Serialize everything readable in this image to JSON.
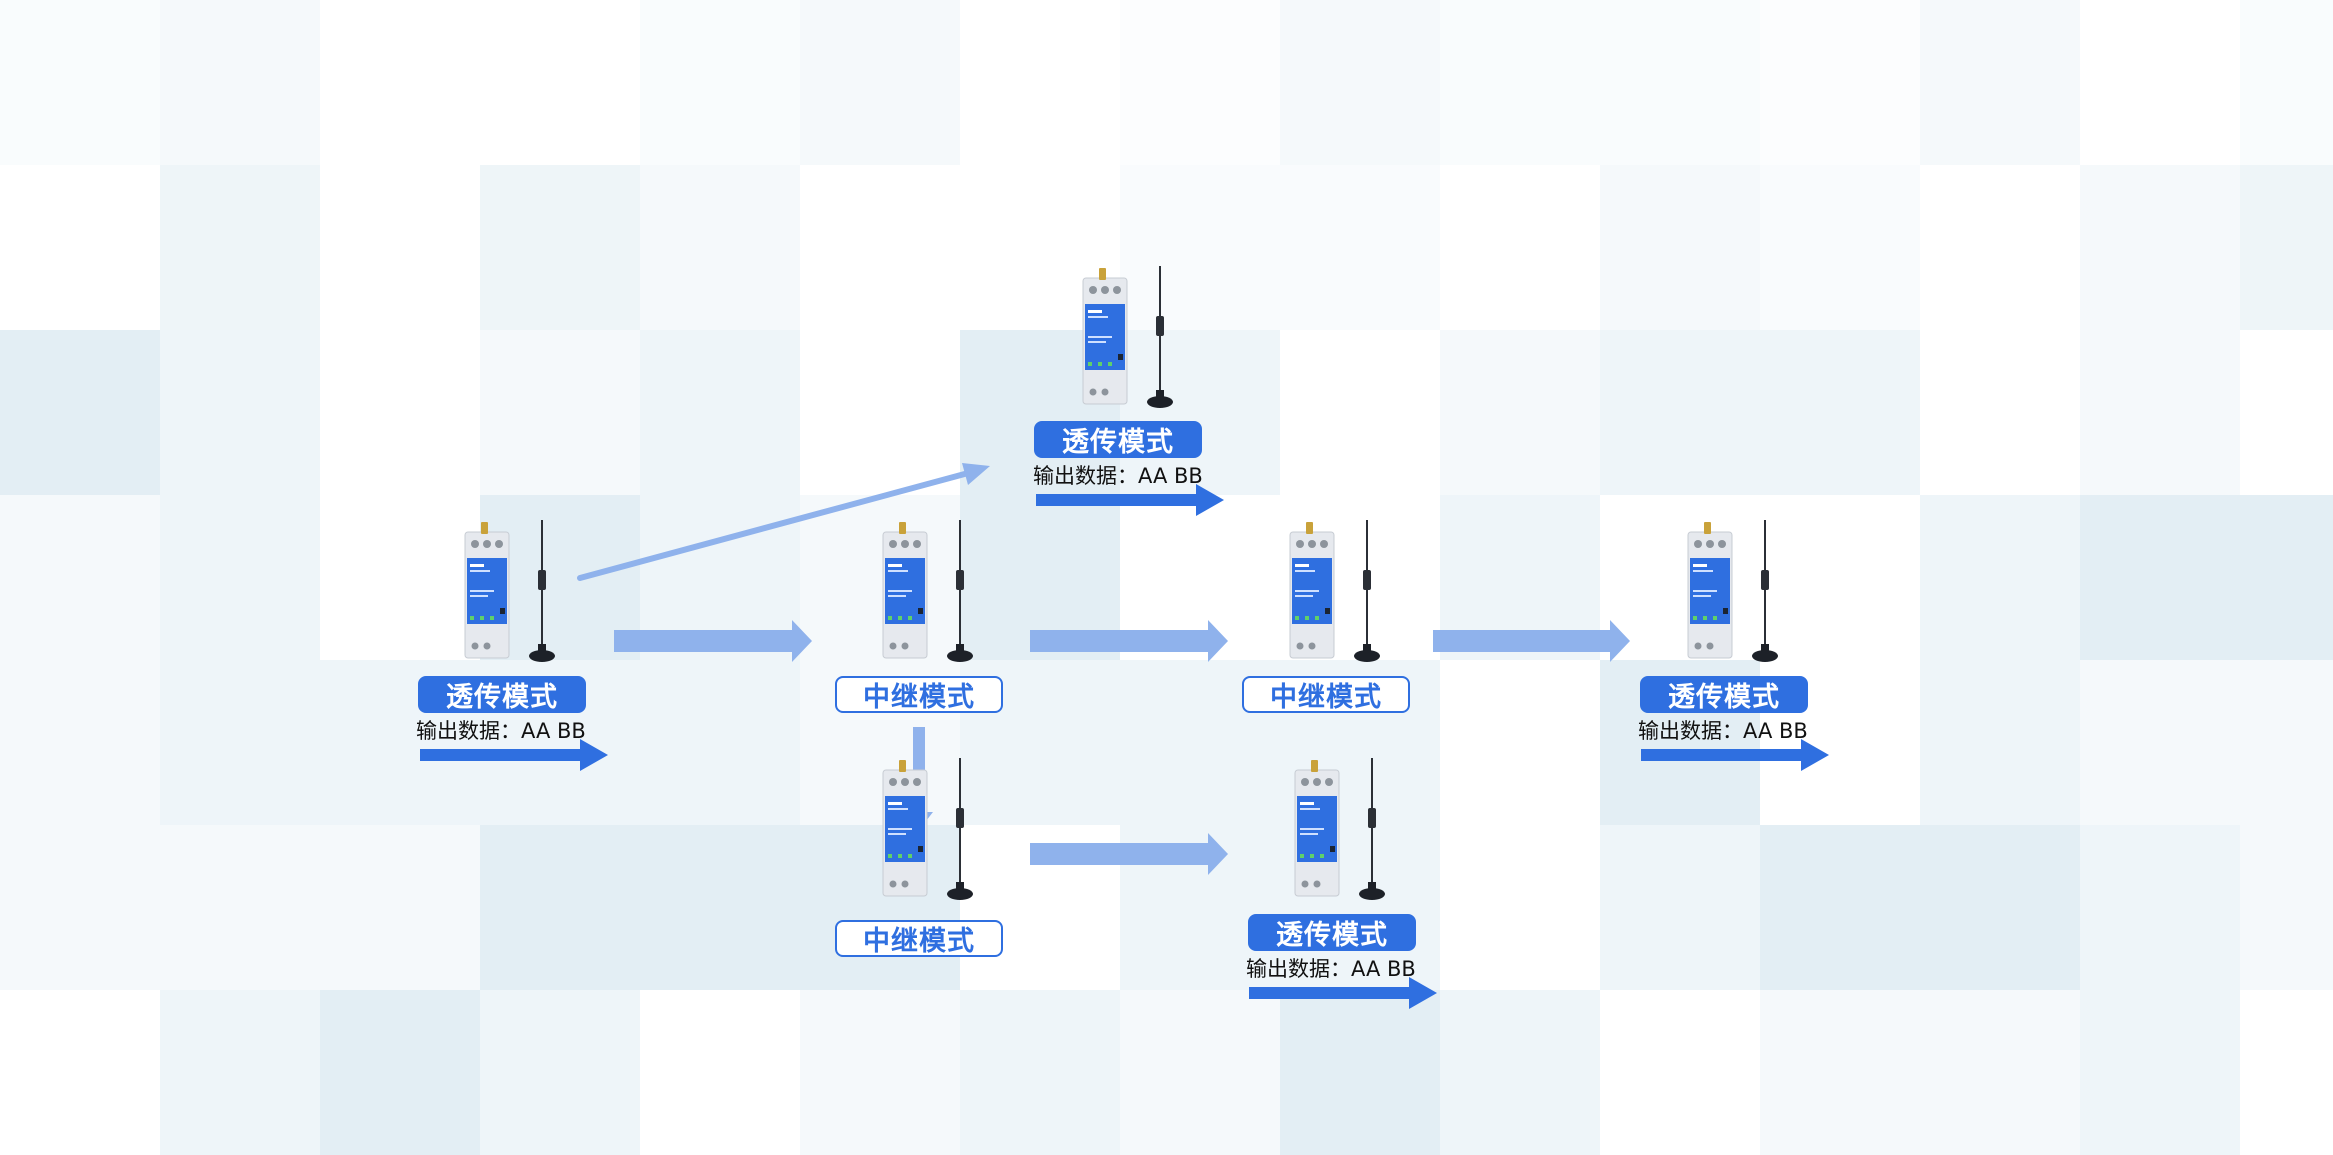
{
  "colors": {
    "accent": "#2f6fe0",
    "link_arrow": "#8fb2ec",
    "tile_light": "#eef5f9",
    "tile_mid": "#e3eef4"
  },
  "icons": {
    "device": "radio-modem-with-antenna",
    "output_arrow": "arrow-right-solid",
    "link_arrow": "arrow-right-light"
  },
  "nodes": {
    "source": {
      "mode": "透传模式",
      "output": "输出数据：AA BB"
    },
    "top_receiver": {
      "mode": "透传模式",
      "output": "输出数据：AA BB"
    },
    "relay_middle": {
      "mode": "中继模式"
    },
    "relay_lower": {
      "mode": "中继模式"
    },
    "relay_right": {
      "mode": "中继模式"
    },
    "bottom_receiver": {
      "mode": "透传模式",
      "output": "输出数据：AA BB"
    },
    "final_receiver": {
      "mode": "透传模式",
      "output": "输出数据：AA BB"
    }
  }
}
